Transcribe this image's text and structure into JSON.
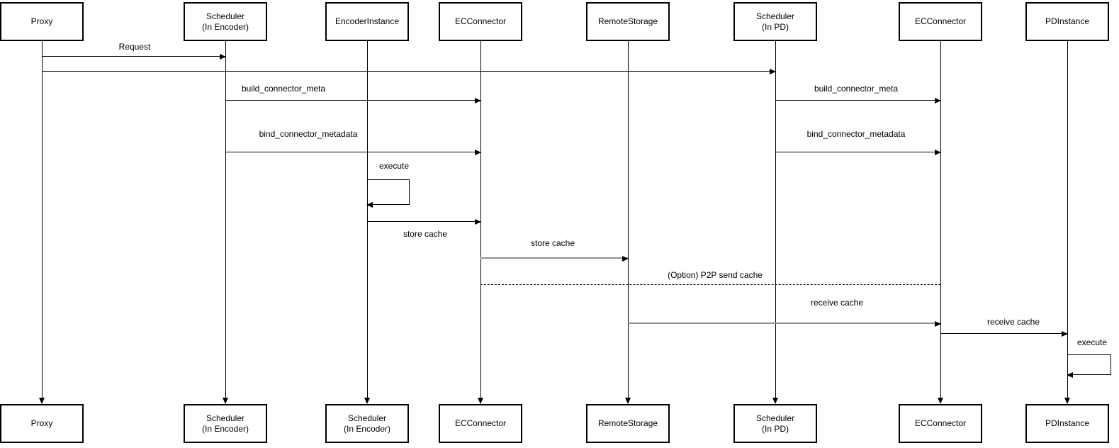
{
  "actors": [
    {
      "name": "Proxy",
      "top_label": "Proxy",
      "bottom_label": "Proxy"
    },
    {
      "name": "Scheduler (In Encoder)",
      "top_label": "Scheduler\n(In Encoder)",
      "bottom_label": "Scheduler\n(In Encoder)"
    },
    {
      "name": "EncoderInstance",
      "top_label": "EncoderInstance",
      "bottom_label": "Scheduler\n(In Encoder)"
    },
    {
      "name": "ECConnector (Encoder)",
      "top_label": "ECConnector",
      "bottom_label": "ECConnector"
    },
    {
      "name": "RemoteStorage",
      "top_label": "RemoteStorage",
      "bottom_label": "RemoteStorage"
    },
    {
      "name": "Scheduler (In PD)",
      "top_label": "Scheduler\n(In PD)",
      "bottom_label": "Scheduler\n(In PD)"
    },
    {
      "name": "ECConnector (PD)",
      "top_label": "ECConnector",
      "bottom_label": "ECConnector"
    },
    {
      "name": "PDInstance",
      "top_label": "PDInstance",
      "bottom_label": "PDInstance"
    }
  ],
  "messages": [
    {
      "label": "Request",
      "from": "Proxy",
      "to": "Scheduler (In Encoder)",
      "style": "solid-black"
    },
    {
      "label": "",
      "from": "Proxy",
      "to": "Scheduler (In PD)",
      "style": "solid-black"
    },
    {
      "label": "build_connector_meta",
      "from": "Scheduler (In Encoder)",
      "to": "ECConnector (Encoder)",
      "style": "solid-black"
    },
    {
      "label": "bind_connector_metadata",
      "from": "Scheduler (In Encoder)",
      "to": "ECConnector (Encoder)",
      "style": "solid-black"
    },
    {
      "label": "execute",
      "from": "EncoderInstance",
      "to": "EncoderInstance",
      "style": "self-loop"
    },
    {
      "label": "store cache",
      "from": "EncoderInstance",
      "to": "ECConnector (Encoder)",
      "style": "solid-black"
    },
    {
      "label": "store cache",
      "from": "ECConnector (Encoder)",
      "to": "RemoteStorage",
      "style": "solid-gray"
    },
    {
      "label": "(Option) P2P send cache",
      "from": "ECConnector (Encoder)",
      "to": "ECConnector (PD)",
      "style": "dashed-no-arrow"
    },
    {
      "label": "receive cache",
      "from": "RemoteStorage",
      "to": "ECConnector (PD)",
      "style": "solid-gray"
    },
    {
      "label": "receive cache",
      "from": "ECConnector (PD)",
      "to": "PDInstance",
      "style": "solid-black"
    },
    {
      "label": "execute",
      "from": "PDInstance",
      "to": "PDInstance",
      "style": "self-loop"
    },
    {
      "label": "build_connector_meta",
      "from": "Scheduler (In PD)",
      "to": "ECConnector (PD)",
      "style": "solid-black"
    },
    {
      "label": "bind_connector_metadata",
      "from": "Scheduler (In PD)",
      "to": "ECConnector (PD)",
      "style": "solid-black"
    }
  ],
  "colors": {
    "background": "#ffffff",
    "box_fill": "#ffffff",
    "box_border": "#000000",
    "line": "#000000",
    "gray_line": "#8f8f8f",
    "text": "#000000"
  }
}
